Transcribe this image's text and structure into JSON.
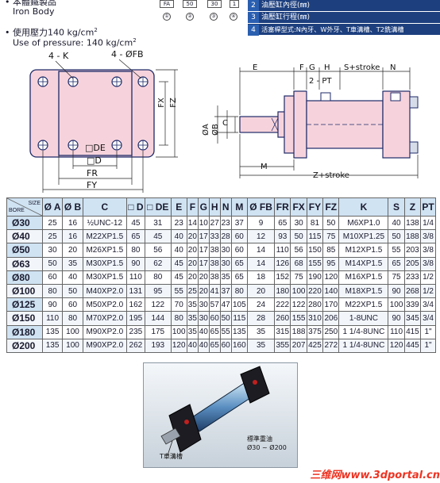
{
  "header": {
    "material_zh": "本體鐵製品",
    "material_en": "Iron Body",
    "pressure_zh_prefix": "使用壓力140 kg/cm",
    "pressure_sup": "2",
    "pressure_en_prefix": "Use of pressure: 140 kg/cm",
    "bullet": "•"
  },
  "model_code": {
    "boxes": [
      "FA",
      "50",
      "30",
      "1"
    ],
    "circles": [
      "①",
      "②",
      "③",
      "④"
    ]
  },
  "legend": [
    {
      "num": "2",
      "text": "油壓缸內徑(㎜)"
    },
    {
      "num": "3",
      "text": "油壓缸行程(㎜)"
    },
    {
      "num": "4",
      "text": "活塞桿型式:N內牙、W外牙、T車溝槽、T2銑溝槽"
    }
  ],
  "drawing_labels": {
    "k": "4 - K",
    "fb": "4 - ØFB",
    "fx": "FX",
    "fz": "FZ",
    "de": "□DE",
    "d": "□D",
    "fr": "FR",
    "fy": "FY",
    "e": "E",
    "f": "F",
    "g": "G",
    "h": "H",
    "s_stroke": "S+stroke",
    "n": "N",
    "pt": "2 - PT",
    "a": "ØA",
    "b": "ØB",
    "c": "C",
    "m": "M",
    "z_stroke": "Z+stroke"
  },
  "table": {
    "size_label": "SIZE",
    "bore_label": "BORE",
    "headers": [
      "Ø A",
      "Ø B",
      "C",
      "□ D",
      "□ DE",
      "E",
      "F",
      "G",
      "H",
      "N",
      "M",
      "Ø FB",
      "FR",
      "FX",
      "FY",
      "FZ",
      "K",
      "S",
      "Z",
      "PT"
    ],
    "rows": [
      [
        "Ø30",
        "25",
        "16",
        "½UNC-12",
        "45",
        "31",
        "23",
        "14",
        "10",
        "27",
        "23",
        "37",
        "9",
        "65",
        "30",
        "81",
        "50",
        "M6XP1.0",
        "40",
        "138",
        "1/4"
      ],
      [
        "Ø40",
        "25",
        "16",
        "M22XP1.5",
        "65",
        "45",
        "40",
        "20",
        "17",
        "33",
        "28",
        "60",
        "12",
        "93",
        "50",
        "115",
        "75",
        "M10XP1.25",
        "50",
        "188",
        "3/8"
      ],
      [
        "Ø50",
        "30",
        "20",
        "M26XP1.5",
        "80",
        "56",
        "40",
        "20",
        "17",
        "38",
        "30",
        "60",
        "14",
        "110",
        "56",
        "150",
        "85",
        "M12XP1.5",
        "55",
        "203",
        "3/8"
      ],
      [
        "Ø63",
        "50",
        "35",
        "M30XP1.5",
        "90",
        "62",
        "45",
        "20",
        "17",
        "38",
        "30",
        "65",
        "14",
        "126",
        "68",
        "155",
        "95",
        "M14XP1.5",
        "65",
        "205",
        "3/8"
      ],
      [
        "Ø80",
        "60",
        "40",
        "M30XP1.5",
        "110",
        "80",
        "45",
        "20",
        "20",
        "38",
        "35",
        "65",
        "18",
        "152",
        "75",
        "190",
        "120",
        "M16XP1.5",
        "75",
        "233",
        "1/2"
      ],
      [
        "Ø100",
        "80",
        "50",
        "M40XP2.0",
        "131",
        "95",
        "55",
        "25",
        "20",
        "41",
        "37",
        "80",
        "20",
        "180",
        "100",
        "220",
        "140",
        "M18XP1.5",
        "90",
        "268",
        "1/2"
      ],
      [
        "Ø125",
        "90",
        "60",
        "M50XP2.0",
        "162",
        "122",
        "70",
        "35",
        "30",
        "57",
        "47",
        "105",
        "24",
        "222",
        "122",
        "280",
        "170",
        "M22XP1.5",
        "100",
        "339",
        "3/4"
      ],
      [
        "Ø150",
        "110",
        "80",
        "M70XP2.0",
        "195",
        "144",
        "80",
        "35",
        "30",
        "60",
        "50",
        "115",
        "28",
        "260",
        "155",
        "310",
        "206",
        "1-8UNC",
        "90",
        "345",
        "3/4"
      ],
      [
        "Ø180",
        "135",
        "100",
        "M90XP2.0",
        "235",
        "175",
        "100",
        "35",
        "40",
        "65",
        "55",
        "135",
        "35",
        "315",
        "188",
        "375",
        "250",
        "1 1/4-8UNC",
        "110",
        "415",
        "1\""
      ],
      [
        "Ø200",
        "135",
        "100",
        "M90XP2.0",
        "262",
        "193",
        "120",
        "40",
        "40",
        "65",
        "60",
        "160",
        "35",
        "355",
        "207",
        "425",
        "272",
        "1 1/4-8UNC",
        "120",
        "445",
        "1\""
      ]
    ]
  },
  "photo": {
    "callout_groove": "T車溝槽",
    "standard_cyl": "標準重油",
    "range": "Ø30 ~ Ø200"
  },
  "watermark": "三维网www.3dportal.cn",
  "colors": {
    "pink_fill": "#f6d3dc",
    "navy_outline": "#1d2a68",
    "table_header": "#cfe3f3",
    "legend_bg": "#1d3f7e",
    "watermark_red": "#ee3322"
  }
}
